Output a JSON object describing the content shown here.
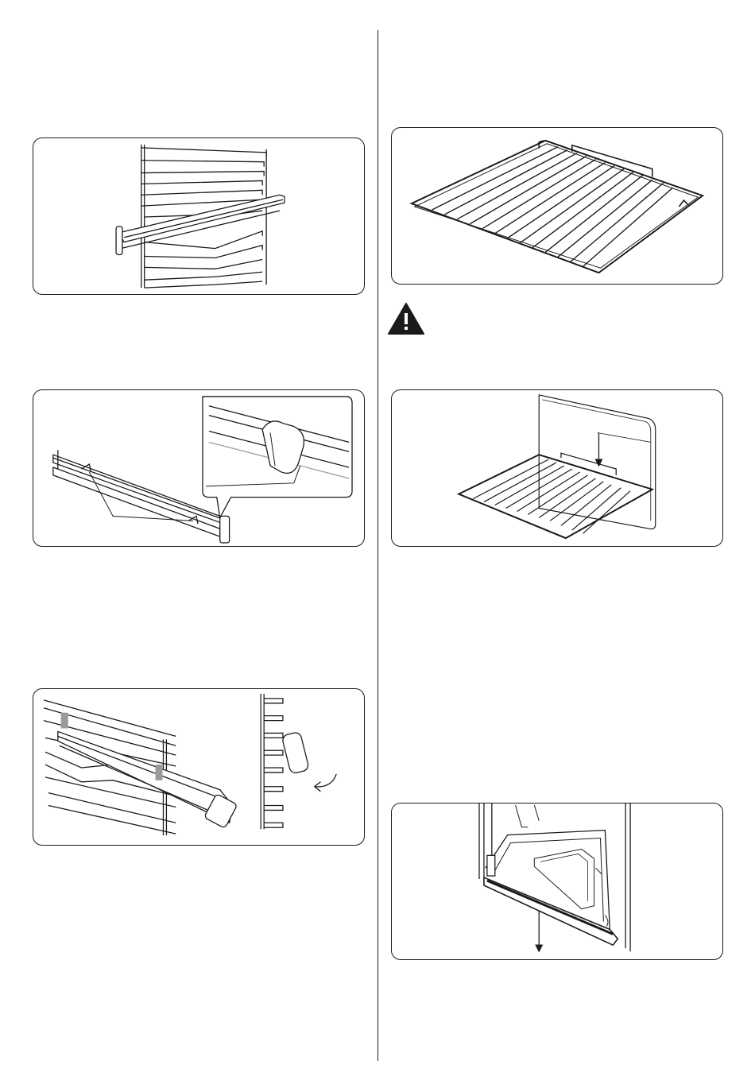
{
  "page": {
    "background": "#ffffff",
    "line_color": "#1a1a1a",
    "accent_gray": "#9a9a9a"
  },
  "figures": [
    {
      "id": "shelf-support-with-telescopic-rail",
      "icon": "shelf-support-rail-illustration"
    },
    {
      "id": "telescopic-rail-detail",
      "icon": "rail-clip-detail-illustration"
    },
    {
      "id": "rail-fitting-on-support",
      "icon": "rail-fitting-illustration"
    },
    {
      "id": "wire-shelf",
      "icon": "wire-shelf-illustration"
    },
    {
      "id": "wire-shelf-insert",
      "icon": "wire-shelf-insert-illustration"
    },
    {
      "id": "oven-door-bottom",
      "icon": "oven-interior-illustration"
    }
  ],
  "warning": {
    "icon": "warning-triangle-icon"
  }
}
